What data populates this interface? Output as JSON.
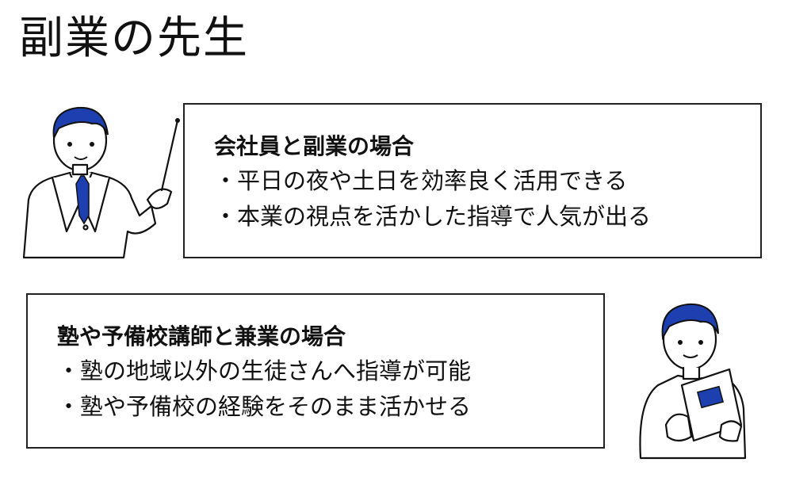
{
  "title": "副業の先生",
  "sections": [
    {
      "heading": "会社員と副業の場合",
      "items": [
        "・平日の夜や土日を効率良く活用できる",
        "・本業の視点を活かした指導で人気が出る"
      ]
    },
    {
      "heading": "塾や予備校講師と兼業の場合",
      "items": [
        "・塾の地域以外の生徒さんへ指導が可能",
        "・塾や予備校の経験をそのまま活かせる"
      ]
    }
  ],
  "colors": {
    "accent": "#1d3fb0",
    "text": "#111111",
    "border": "#222222"
  }
}
